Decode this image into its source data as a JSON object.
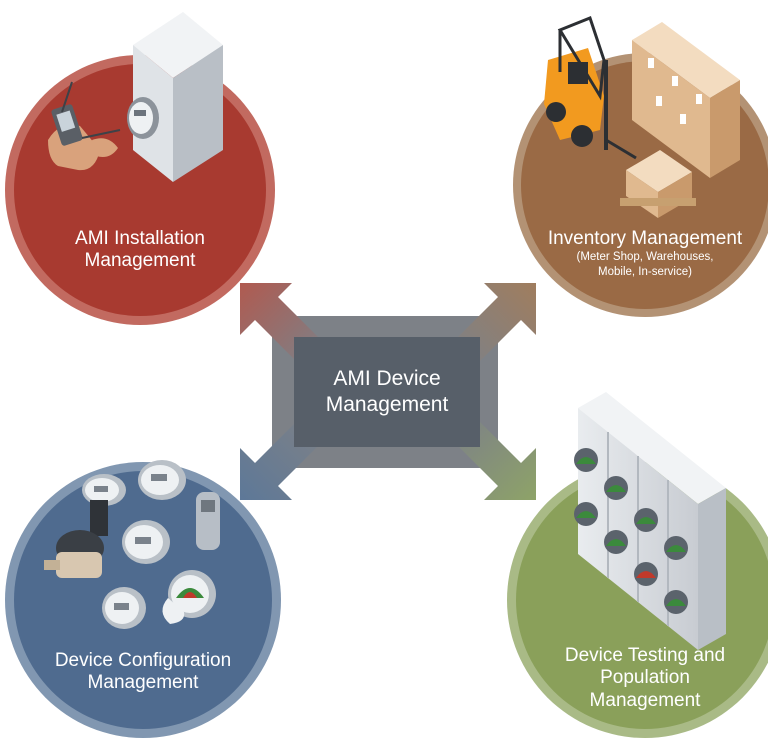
{
  "center": {
    "line1": "AMI Device",
    "line2": "Management"
  },
  "nodes": {
    "installation": {
      "line1": "AMI Installation",
      "line2": "Management",
      "color": "#a83a30"
    },
    "inventory": {
      "line1": "Inventory Management",
      "sub1": "(Meter Shop, Warehouses,",
      "sub2": "Mobile, In-service)",
      "color": "#9a6a45"
    },
    "configuration": {
      "line1": "Device Configuration",
      "line2": "Management",
      "color": "#4f6b8f"
    },
    "testing": {
      "line1": "Device Testing and",
      "line2": "Population",
      "line3": "Management",
      "color": "#8aa05a"
    }
  },
  "colors": {
    "center_box": "#575f69",
    "arrow_hub": "#7d8187"
  }
}
